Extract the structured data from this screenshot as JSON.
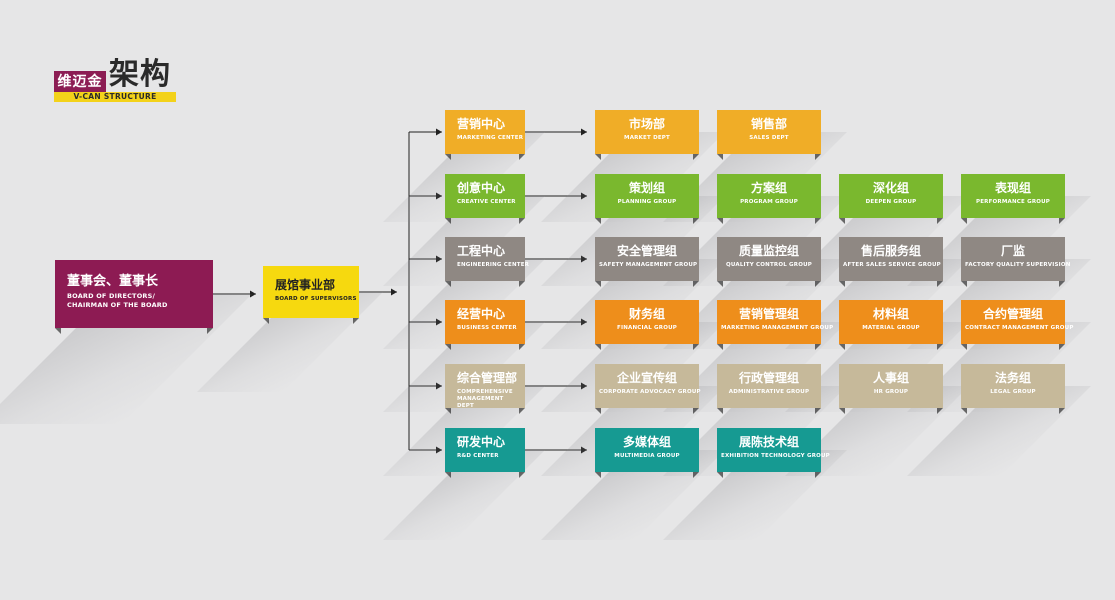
{
  "logo": {
    "brand": "维迈金",
    "title": "架构",
    "subtitle": "V-CAN STRUCTURE"
  },
  "colors": {
    "board": "#8d1b53",
    "supervisors": "#f6d90f",
    "marketing": "#f0ad27",
    "creative": "#7ab82e",
    "engineering": "#8f8883",
    "business": "#ee8e1b",
    "comprehensive": "#c6b99a",
    "rnd": "#169a92"
  },
  "board": {
    "cn": "董事会、董事长",
    "en": "BOARD OF DIRECTORS/ CHAIRMAN OF THE BOARD"
  },
  "supervisors": {
    "cn": "展馆事业部",
    "en": "BOARD OF SUPERVISORS"
  },
  "centers": [
    {
      "cn": "营销中心",
      "en": "MARKETING CENTER",
      "groups": [
        {
          "cn": "市场部",
          "en": "MARKET DEPT"
        },
        {
          "cn": "销售部",
          "en": "SALES DEPT"
        }
      ]
    },
    {
      "cn": "创意中心",
      "en": "CREATIVE CENTER",
      "groups": [
        {
          "cn": "策划组",
          "en": "PLANNING GROUP"
        },
        {
          "cn": "方案组",
          "en": "PROGRAM GROUP"
        },
        {
          "cn": "深化组",
          "en": "DEEPEN GROUP"
        },
        {
          "cn": "表现组",
          "en": "PERFORMANCE GROUP"
        }
      ]
    },
    {
      "cn": "工程中心",
      "en": "ENGINEERING CENTER",
      "groups": [
        {
          "cn": "安全管理组",
          "en": "SAFETY MANAGEMENT GROUP"
        },
        {
          "cn": "质量监控组",
          "en": "QUALITY CONTROL  GROUP"
        },
        {
          "cn": "售后服务组",
          "en": "AFTER SALES SERVICE GROUP"
        },
        {
          "cn": "厂监",
          "en": "FACTORY QUALITY SUPERVISION"
        }
      ]
    },
    {
      "cn": "经营中心",
      "en": "BUSINESS CENTER",
      "groups": [
        {
          "cn": "财务组",
          "en": "FINANCIAL GROUP"
        },
        {
          "cn": "营销管理组",
          "en": "MARKETING MANAGEMENT GROUP"
        },
        {
          "cn": "材料组",
          "en": "MATERIAL GROUP"
        },
        {
          "cn": "合约管理组",
          "en": "CONTRACT MANAGEMENT GROUP"
        }
      ]
    },
    {
      "cn": "综合管理部",
      "en": "COMPREHENSIVE MANAGEMENT DEPT",
      "groups": [
        {
          "cn": "企业宣传组",
          "en": "CORPORATE ADVOCACY GROUP"
        },
        {
          "cn": "行政管理组",
          "en": "ADMINISTRATIVE GROUP"
        },
        {
          "cn": "人事组",
          "en": "HR GROUP"
        },
        {
          "cn": "法务组",
          "en": "LEGAL GROUP"
        }
      ]
    },
    {
      "cn": "研发中心",
      "en": "R&D CENTER",
      "groups": [
        {
          "cn": "多媒体组",
          "en": "MULTIMEDIA GROUP"
        },
        {
          "cn": "展陈技术组",
          "en": "EXHIBITION TECHNOLOGY GROUP"
        }
      ]
    }
  ]
}
